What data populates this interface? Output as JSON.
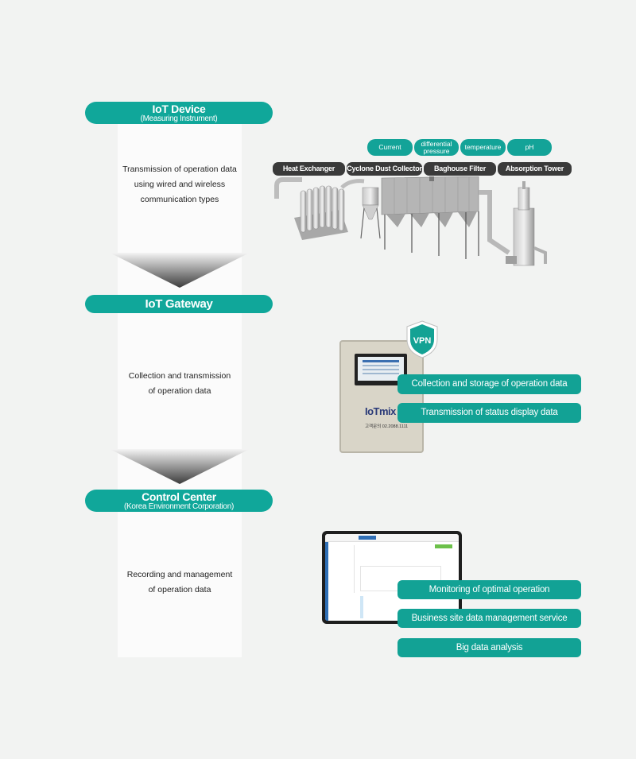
{
  "stages": [
    {
      "title": "IoT Device",
      "subtitle": "(Measuring Instrument)",
      "desc": [
        "Transmission of operation data",
        "using wired and wireless",
        "communication types"
      ]
    },
    {
      "title": "IoT Gateway",
      "subtitle": "",
      "desc": [
        "Collection and transmission",
        "of operation data"
      ]
    },
    {
      "title": "Control Center",
      "subtitle": "(Korea Environment Corporation)",
      "desc": [
        "Recording and management",
        "of operation data"
      ]
    }
  ],
  "sensors": [
    "Current",
    "differential pressure",
    "temperature",
    "pH"
  ],
  "equipment": [
    "Heat Exchanger",
    "Cyclone Dust Collector",
    "Baghouse Filter",
    "Absorption Tower"
  ],
  "gateway": {
    "shield": "VPN",
    "brand": "IoTmix",
    "phone": "고객문의 02.2088.1111",
    "features": [
      "Collection and storage of operation data",
      "Transmission of status display data"
    ]
  },
  "control": {
    "features": [
      "Monitoring of optimal operation",
      "Business site data management service",
      "Big data analysis"
    ]
  },
  "colors": {
    "accent": "#10a79a",
    "dark_tag": "#3a3a3a",
    "background": "#f2f3f2"
  }
}
